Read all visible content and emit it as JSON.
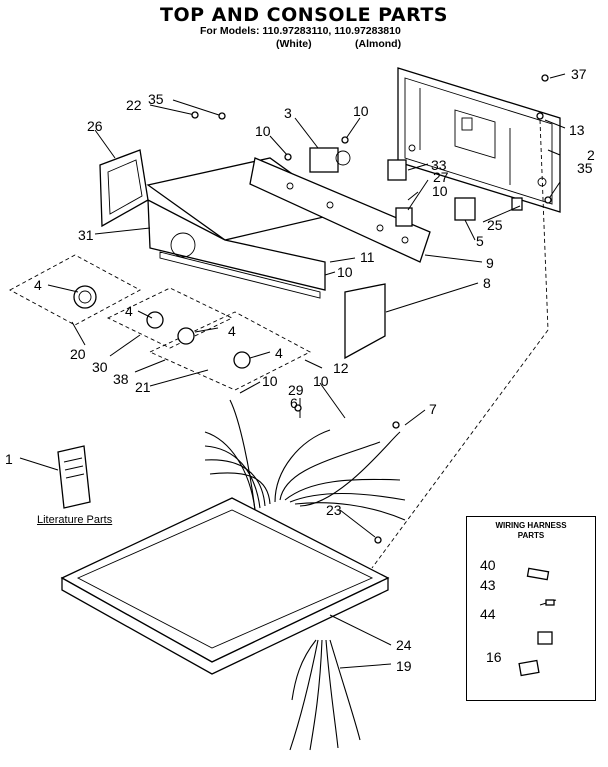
{
  "title": "TOP AND CONSOLE PARTS",
  "models_line": "For Models: 110.97283110, 110.97283810",
  "color_white": "(White)",
  "color_almond": "(Almond)",
  "literature_label": "Literature Parts",
  "harness_box": {
    "title_line1": "WIRING HARNESS",
    "title_line2": "PARTS",
    "parts": [
      "40",
      "43",
      "44",
      "16"
    ]
  },
  "callouts": {
    "c1": "1",
    "c2": "2",
    "c3": "3",
    "c4a": "4",
    "c4b": "4",
    "c4c": "4",
    "c4d": "4",
    "c5": "5",
    "c6": "6",
    "c7": "7",
    "c8": "8",
    "c9": "9",
    "c10a": "10",
    "c10b": "10",
    "c10c": "10",
    "c10d": "10",
    "c10e": "10",
    "c10f": "10",
    "c11": "11",
    "c12": "12",
    "c13": "13",
    "c19": "19",
    "c20": "20",
    "c21": "21",
    "c22": "22",
    "c23": "23",
    "c24": "24",
    "c25": "25",
    "c26": "26",
    "c27": "27",
    "c29": "29",
    "c30": "30",
    "c31": "31",
    "c33": "33",
    "c35a": "35",
    "c35b": "35",
    "c37": "37",
    "c38": "38",
    "c40": "40",
    "c43": "43",
    "c44": "44",
    "c16": "16"
  }
}
